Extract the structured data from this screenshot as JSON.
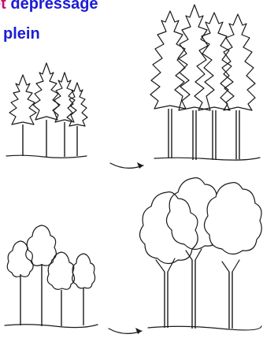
{
  "title": {
    "word1": "et",
    "word2": "dépressage"
  },
  "subtitle": "plein",
  "colors": {
    "accent_magenta": "#c8106e",
    "accent_blue": "#1c1cd6",
    "ink": "#1a1a1a"
  },
  "panels": [
    {
      "name": "conifers-before",
      "tree_count": 4
    },
    {
      "name": "conifers-after",
      "tree_count": 4
    },
    {
      "name": "broadleaf-before",
      "tree_count": 4
    },
    {
      "name": "broadleaf-after",
      "tree_count": 3
    }
  ]
}
